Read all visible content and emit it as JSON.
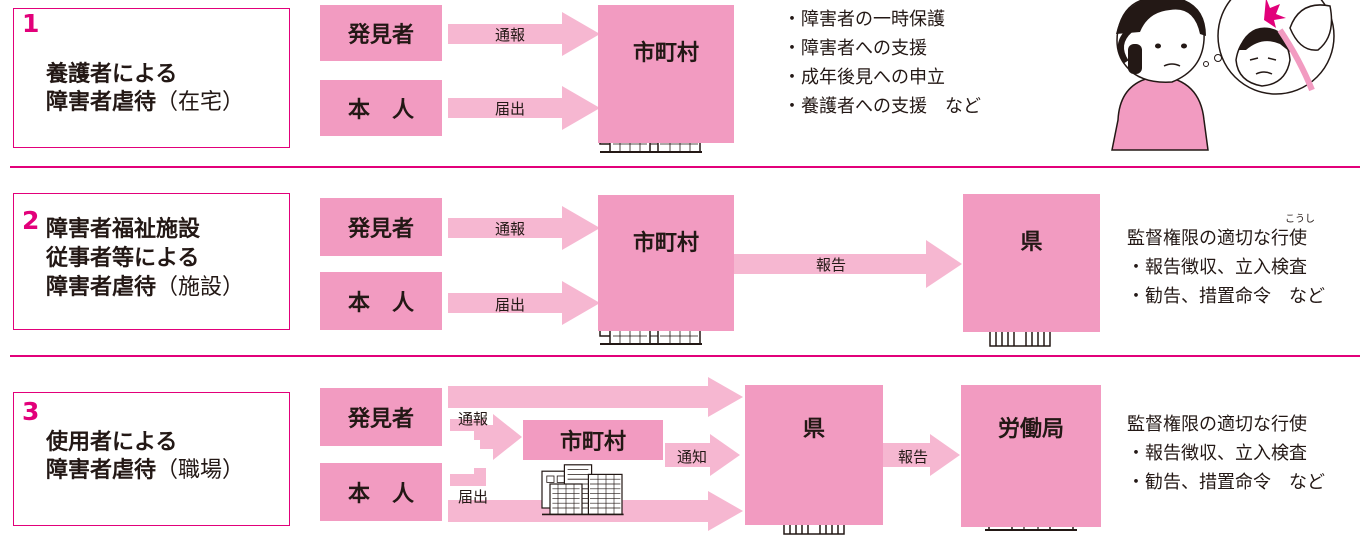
{
  "colors": {
    "pink": "#f29bc1",
    "arrow": "#f6b7d1",
    "magenta": "#e2007a"
  },
  "common": {
    "discoverer": "発見者",
    "self": "本　人",
    "municipality": "市町村",
    "prefecture": "県",
    "labor_bureau": "労働局"
  },
  "case1": {
    "number": "1",
    "title_line1": "養護者による",
    "title_line2_main": "障害者虐待",
    "title_line2_sub": "（在宅）",
    "arrow_report": "通報",
    "arrow_notify": "届出",
    "actions": [
      "・障害者の一時保護",
      "・障害者への支援",
      "・成年後見への申立",
      "・養護者への支援　など"
    ]
  },
  "case2": {
    "number": "2",
    "title_line1": "障害者福祉施設",
    "title_line2": "従事者等による",
    "title_line3_main": "障害者虐待",
    "title_line3_sub": "（施設）",
    "arrow_report": "通報",
    "arrow_notify": "届出",
    "arrow_houkoku": "報告",
    "heading": "監督権限の適切な行使",
    "ruby": "こうし",
    "actions": [
      "・報告徴収、立入検査",
      "・勧告、措置命令　など"
    ]
  },
  "case3": {
    "number": "3",
    "title_line1": "使用者による",
    "title_line2_main": "障害者虐待",
    "title_line2_sub": "（職場）",
    "arrow_report": "通報",
    "arrow_notify": "届出",
    "arrow_tsuchi": "通知",
    "arrow_houkoku": "報告",
    "heading": "監督権限の適切な行使",
    "actions": [
      "・報告徴収、立入検査",
      "・勧告、措置命令　など"
    ]
  }
}
